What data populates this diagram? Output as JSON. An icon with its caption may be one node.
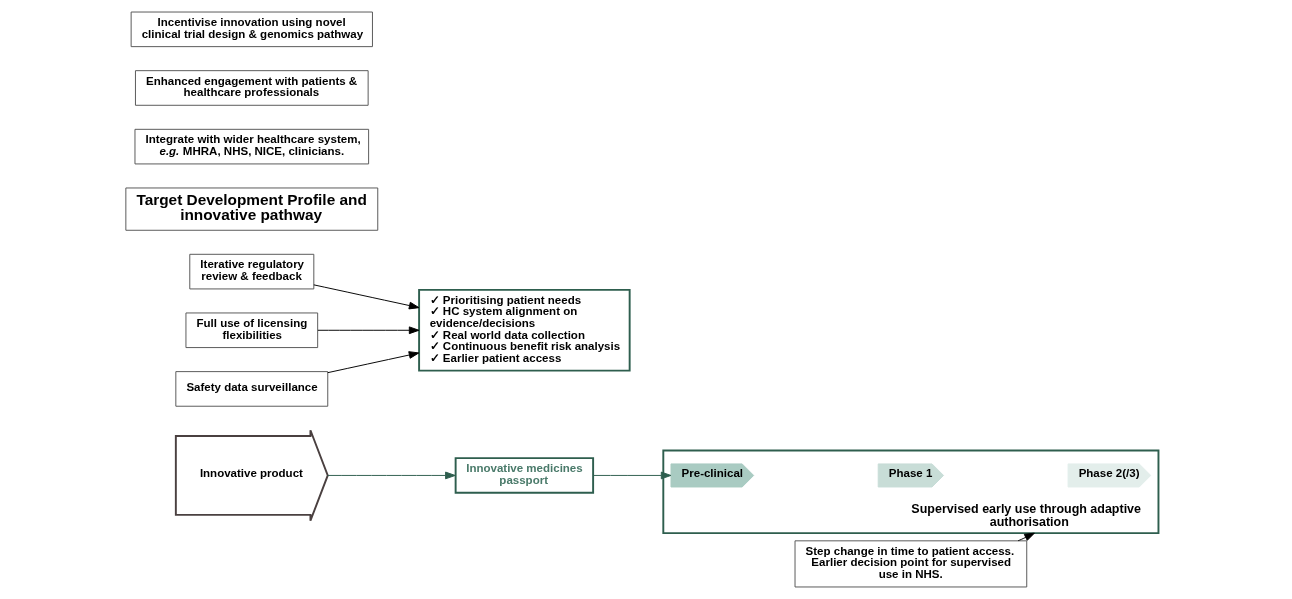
{
  "diagram": {
    "nodes": [
      {
        "text": [
          "Innovative product"
        ]
      },
      {
        "text": [
          "Innovative medicines passport"
        ]
      },
      {
        "text": [
          "Iterative regulatory review & feedback"
        ]
      },
      {
        "text": [
          "Full use of licensing flexibilities"
        ]
      },
      {
        "text": [
          "Safety data surveillance"
        ]
      },
      {
        "text": [
          "Target Development Profile and innovative pathway"
        ]
      },
      {
        "text": [
          "Supervised early use through adaptive authorisation"
        ]
      },
      {
        "text": [
          "Pre-clinical"
        ],
        "in": 6
      },
      {
        "text": [
          "Phase 1"
        ],
        "in": 6
      },
      {
        "text": [
          "Phase 2(/3)"
        ],
        "in": 6
      },
      {
        "text": [
          "✓ Prioritising patient needs",
          "✓ HC system alignment on evidence/decisions",
          "✓ Real world data collection",
          "✓ Continuous benefit risk analysis",
          "✓ Earlier patient access"
        ]
      },
      {
        "text": [
          "Integrate with wider healthcare system, *e.g.* MHRA, NHS, NICE, clinicians."
        ]
      },
      {
        "text": [
          "Enhanced engagement with patients & healthcare professionals"
        ]
      },
      {
        "text": [
          "Incentivise innovation using novel clinical trial design & genomics pathway"
        ]
      },
      {
        "text": [
          "Step change in time to patient access.  Earlier decision point for supervised use in NHS."
        ]
      }
    ],
    "edges": [
      {
        "from": 0,
        "to": 1,
        "arrow": "to",
        "color": "#2e5e4e"
      },
      {
        "from": 1,
        "to": 7,
        "arrow": "to",
        "color": "#2e5e4e"
      },
      {
        "from": 2,
        "to": 10,
        "arrow": "to"
      },
      {
        "from": 3,
        "to": 10,
        "arrow": "to"
      },
      {
        "from": 4,
        "to": 10,
        "arrow": "to"
      },
      {
        "from": 14,
        "to": 6,
        "arrow": "to"
      }
    ]
  }
}
